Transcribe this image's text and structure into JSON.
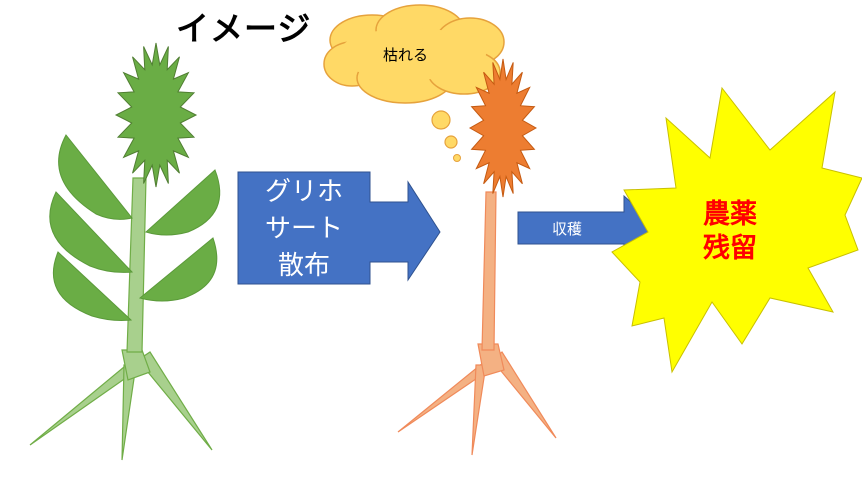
{
  "title": "イメージ",
  "cloud": {
    "text": "枯れる"
  },
  "spray_arrow": {
    "lines": [
      "グリホ",
      "サート",
      "散布"
    ]
  },
  "harvest_arrow": {
    "text": "収穫"
  },
  "burst": {
    "lines": [
      "農薬",
      "残留"
    ]
  },
  "colors": {
    "healthy_leaf": "#6aad45",
    "healthy_stem": "#a8d08d",
    "withered_head": "#ed7d31",
    "withered_stem": "#f4b183",
    "arrow_fill": "#4472c4",
    "cloud_fill": "#ffd966",
    "burst_fill": "#ffff00",
    "burst_text": "#ff0000"
  }
}
